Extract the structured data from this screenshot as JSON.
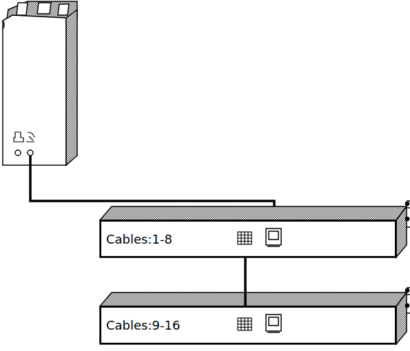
{
  "diagram": {
    "nodes": [
      {
        "text": [
          "Cables:1-8"
        ]
      },
      {
        "text": [
          "Cables:9-16"
        ]
      }
    ],
    "edges": [
      {
        "from": 0,
        "to": 1,
        "arrow": "none"
      }
    ]
  }
}
